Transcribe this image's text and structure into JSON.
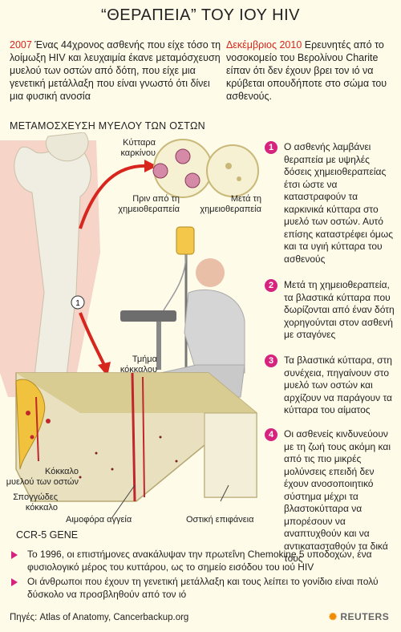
{
  "title": "“ΘΕΡΑΠΕΙΑ” ΤΟΥ ΙΟΥ HIV",
  "intro_left": {
    "highlight": "2007",
    "text": " Ένας 44χρονος ασθενής που είχε τόσο τη λοίμωξη HIV και λευχαιμία έκανε μεταμόσχευση μυελού των οστών από δότη, που είχε μια γενετική μετάλλαξη που είναι γνωστό ότι δίνει μια φυσική ανοσία"
  },
  "intro_right": {
    "highlight": "Δεκέμβριος 2010",
    "text": " Ερευνητές από το νοσοκομείο του Βερολίνου Charite είπαν ότι δεν έχουν βρει τον ιό να κρύβεται οπουδήποτε στο σώμα του ασθενούς."
  },
  "section_label": "ΜΕΤΑΜΟΣΧΕΥΣΗ ΜΥΕΛΟΥ ΤΩΝ ΟΣΤΩΝ",
  "labels": {
    "cancer_cells_1": "Κύτταρα",
    "cancer_cells_2": "καρκίνου",
    "before_1": "Πριν από τη",
    "before_2": "χημειοθεραπεία",
    "after_1": "Μετά τη",
    "after_2": "χημειοθεραπεία",
    "bone_section_1": "Τμήμα",
    "bone_section_2": "κόκκαλου",
    "marrow_1": "Κόκκαλο",
    "marrow_2": "μυελού των οστών",
    "spongy_1": "Σπογγώδες",
    "spongy_2": "κόκκαλο",
    "vessels": "Αιμοφόρα αγγεία",
    "surface": "Οστική επιφάνεια",
    "marker": "1"
  },
  "steps": [
    {
      "num": "1",
      "text": "Ο ασθενής λαμβάνει θεραπεία με υψηλές δόσεις χημειοθεραπείας έτσι ώστε να καταστραφούν τα καρκινικά κύτταρα στο μυελό των οστών. Αυτό επίσης καταστρέφει όμως και τα υγιή κύτταρα του ασθενούς"
    },
    {
      "num": "2",
      "text": "Μετά τη χημειοθεραπεία, τα βλαστικά κύτταρα που δωρίζονται από έναν δότη χορηγούνται στον ασθενή με σταγόνες"
    },
    {
      "num": "3",
      "text": "Τα βλαστικά κύτταρα, στη συνέχεια, πηγαίνουν στο μυελό των οστών και αρχίζουν να παράγουν τα κύτταρα του αίματος"
    },
    {
      "num": "4",
      "text": "Οι ασθενείς κινδυνεύουν με τη ζωή τους ακόμη και από τις πιο μικρές μολύνσεις επειδή δεν έχουν ανοσοποιητικό σύστημα μέχρι τα βλαστοκύτταρα να μπορέσουν να αναπτυχθούν και να αντικατασταθούν τα δικά τους"
    }
  ],
  "ccr_title": "CCR-5 GENE",
  "bullets": [
    "Το 1996, οι επιστήμονες ανακάλυψαν την πρωτεΐνη Chemokine 5 υποδοχών, ένα φυσιολογικό μέρος του κυττάρου, ως το σημείο εισόδου του ιού HIV",
    "Οι άνθρωποι που έχουν τη γενετική μετάλλαξη και τους λείπει το γονίδιο είναι πολύ δύσκολο να προσβληθούν από τον ιό"
  ],
  "source": "Πηγές: Atlas of Anatomy, Cancerbackup.org",
  "credit": "REUTERS",
  "colors": {
    "accent": "#d7261e",
    "step_badge": "#d6237e",
    "background": "#fefbe9"
  }
}
